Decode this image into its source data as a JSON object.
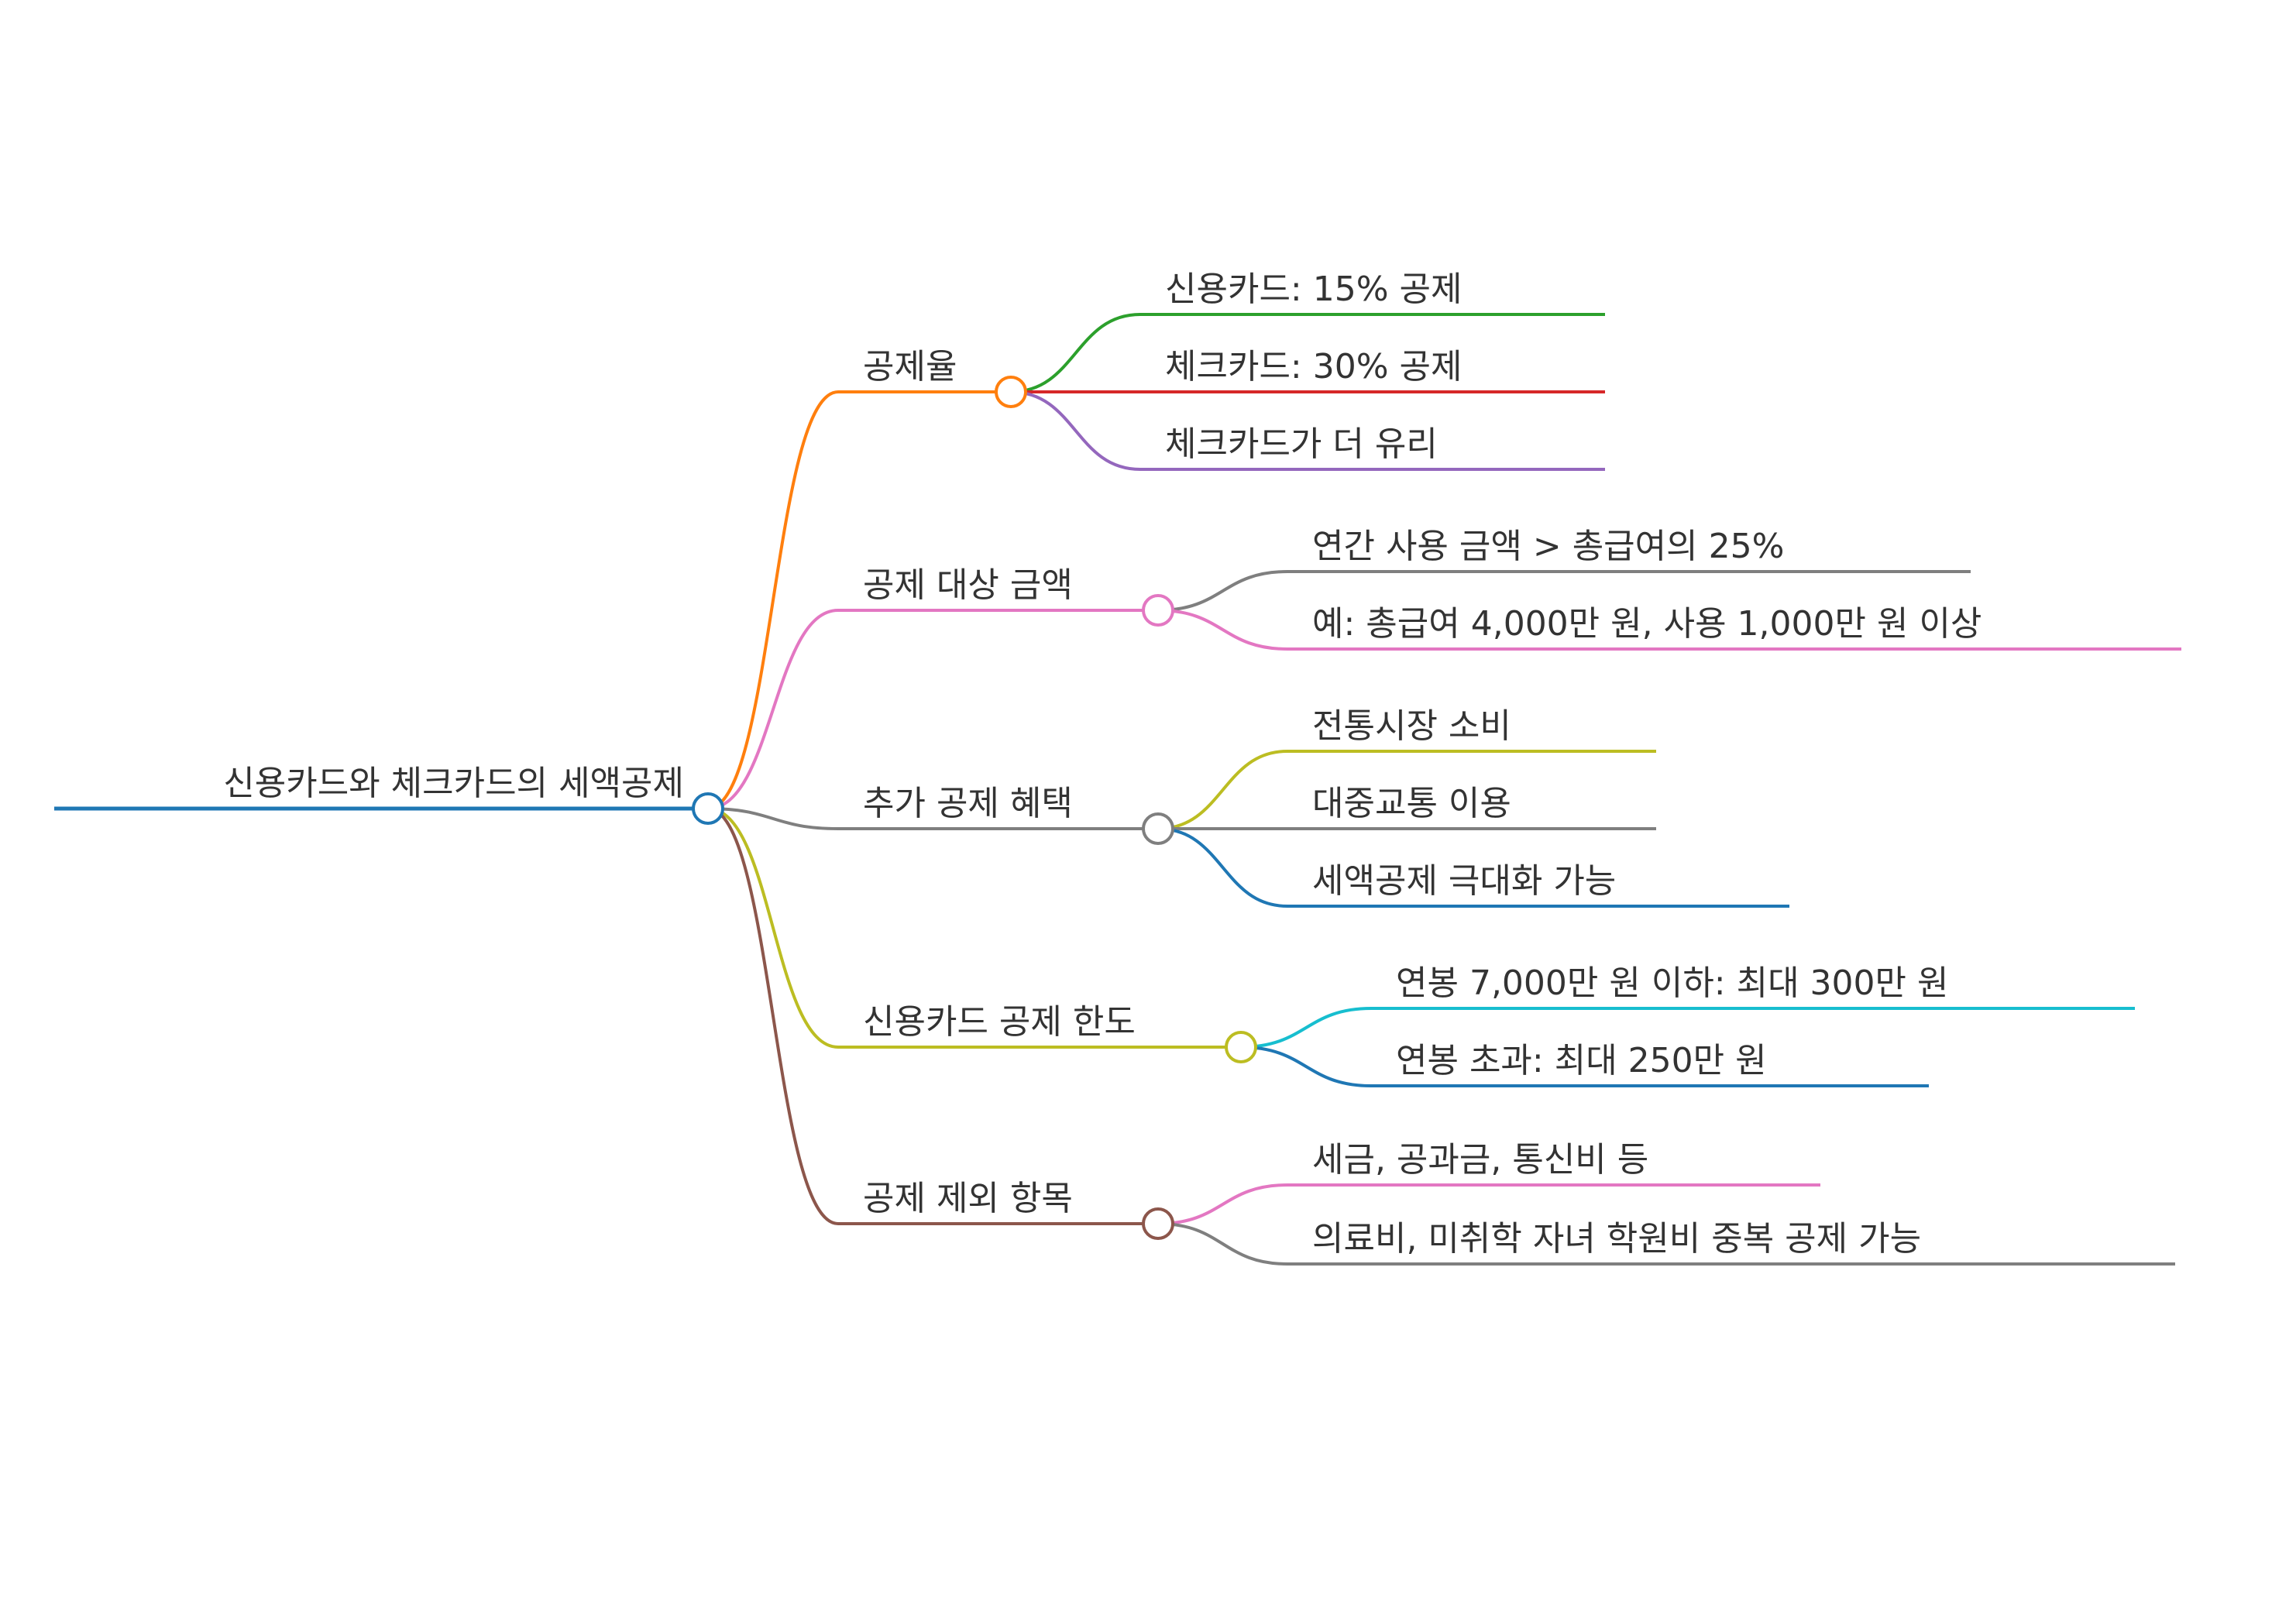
{
  "root": {
    "label": "신용카드와 체크카드의 세액공제",
    "color": "#1f77b4"
  },
  "branches": [
    {
      "label": "공제율",
      "color": "#ff7f0e",
      "children": [
        {
          "label": "신용카드: 15% 공제",
          "color": "#2ca02c"
        },
        {
          "label": "체크카드: 30% 공제",
          "color": "#d62728"
        },
        {
          "label": "체크카드가 더 유리",
          "color": "#9467bd"
        }
      ]
    },
    {
      "label": "공제 대상 금액",
      "color": "#e377c2",
      "children": [
        {
          "label": "연간 사용 금액 > 총급여의 25%",
          "color": "#7f7f7f"
        },
        {
          "label": "예: 총급여 4,000만 원, 사용 1,000만 원 이상",
          "color": "#e377c2"
        }
      ]
    },
    {
      "label": "추가 공제 혜택",
      "color": "#7f7f7f",
      "children": [
        {
          "label": "전통시장 소비",
          "color": "#bcbd22"
        },
        {
          "label": "대중교통 이용",
          "color": "#7f7f7f"
        },
        {
          "label": "세액공제 극대화 가능",
          "color": "#1f77b4"
        }
      ]
    },
    {
      "label": "신용카드 공제 한도",
      "color": "#bcbd22",
      "children": [
        {
          "label": "연봉 7,000만 원 이하: 최대 300만 원",
          "color": "#17becf"
        },
        {
          "label": "연봉 초과: 최대 250만 원",
          "color": "#1f77b4"
        }
      ]
    },
    {
      "label": "공제 제외 항목",
      "color": "#8c564b",
      "children": [
        {
          "label": "세금, 공과금, 통신비 등",
          "color": "#e377c2"
        },
        {
          "label": "의료비, 미취학 자녀 학원비 중복 공제 가능",
          "color": "#7f7f7f"
        }
      ]
    }
  ]
}
